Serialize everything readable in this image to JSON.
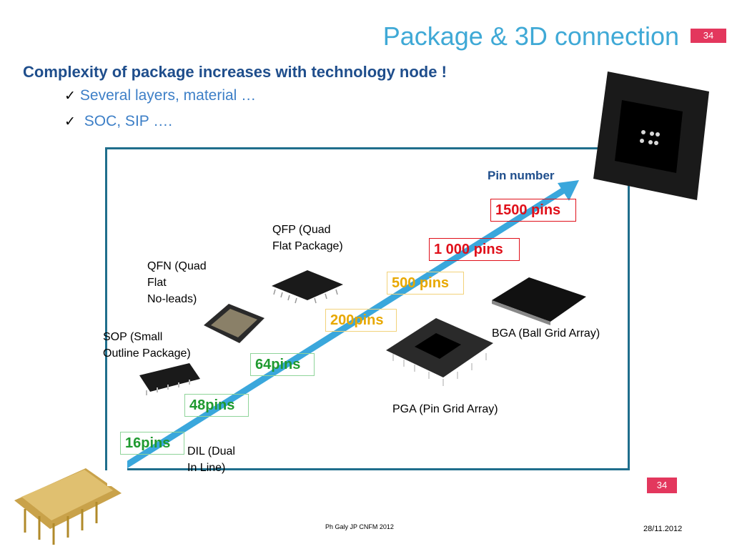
{
  "slide": {
    "title": "Package & 3D connection",
    "page_number": "34",
    "subtitle": "Complexity of package increases with technology node  !",
    "bullets": [
      "Several layers, material …",
      " SOC, SIP …."
    ],
    "check_glyph": "✓"
  },
  "chart": {
    "axis_label": "Pin number",
    "pin_counts": [
      "16pins",
      "48pins",
      "64pins",
      "200pins",
      "500 pins",
      "1 000 pins",
      "1500 pins"
    ],
    "packages": {
      "dil": "DIL (Dual\nIn Line)",
      "sop": "SOP (Small\nOutline Package)",
      "qfn": "QFN (Quad\nFlat\nNo-leads)",
      "qfp": "QFP (Quad\nFlat Package)",
      "pga": "PGA (Pin Grid Array)",
      "bga": "BGA (Ball Grid Array)"
    },
    "colors": {
      "arrow": "#3aa7dc",
      "green": "#1f9a2f",
      "yellow": "#e8a800",
      "red": "#e0101a"
    }
  },
  "footer": {
    "credit": "Ph Galy JP CNFM 2012",
    "date": "28/11.2012"
  }
}
